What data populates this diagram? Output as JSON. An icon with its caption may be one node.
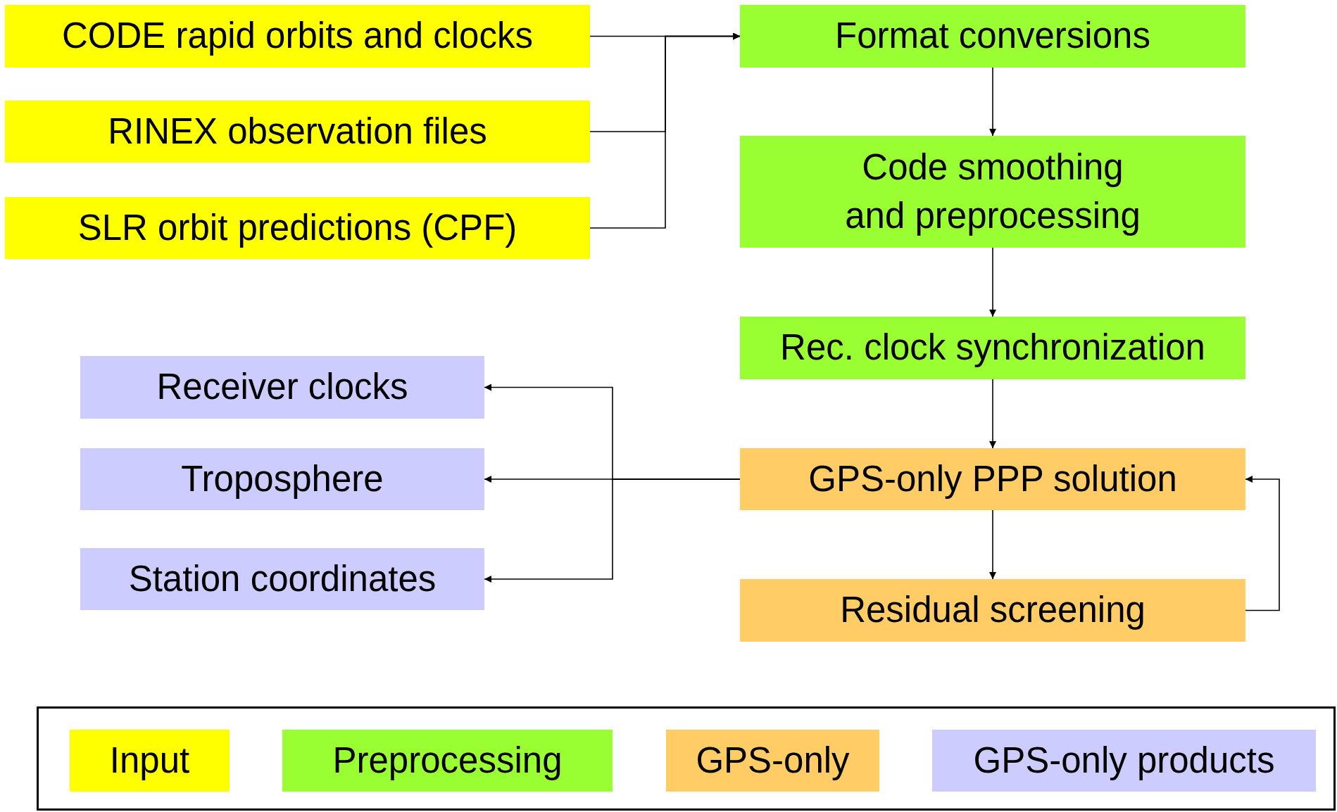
{
  "diagram": {
    "nodes": [
      {
        "text": [
          "CODE rapid orbits and clocks"
        ]
      },
      {
        "text": [
          "RINEX observation files"
        ]
      },
      {
        "text": [
          "SLR orbit predictions (CPF)"
        ]
      },
      {
        "text": [
          "Format conversions"
        ]
      },
      {
        "text": [
          "Code smoothing and preprocessing"
        ]
      },
      {
        "text": [
          "Rec. clock synchronization"
        ]
      },
      {
        "text": [
          "GPS-only PPP solution"
        ]
      },
      {
        "text": [
          "Residual screening"
        ]
      },
      {
        "text": [
          "Receiver clocks"
        ]
      },
      {
        "text": [
          "Troposphere"
        ]
      },
      {
        "text": [
          "Station coordinates"
        ]
      }
    ],
    "edges": [
      {
        "from": 0,
        "to": 3,
        "arrow": "to"
      },
      {
        "from": 1,
        "to": 3,
        "arrow": "to"
      },
      {
        "from": 2,
        "to": 3,
        "arrow": "to"
      },
      {
        "from": 3,
        "to": 4,
        "arrow": "to"
      },
      {
        "from": 4,
        "to": 5,
        "arrow": "to"
      },
      {
        "from": 5,
        "to": 6,
        "arrow": "to"
      },
      {
        "from": 6,
        "to": 7,
        "arrow": "to"
      },
      {
        "from": 7,
        "to": 6,
        "arrow": "to"
      },
      {
        "from": 6,
        "to": 8,
        "arrow": "to"
      },
      {
        "from": 6,
        "to": 9,
        "arrow": "to"
      },
      {
        "from": 6,
        "to": 10,
        "arrow": "to"
      }
    ],
    "legend": [
      {
        "text": "Input",
        "color": "#ffff00"
      },
      {
        "text": "Preprocessing",
        "color": "#99ff33"
      },
      {
        "text": "GPS-only",
        "color": "#ffcc66"
      },
      {
        "text": "GPS-only products",
        "color": "#ccccff"
      }
    ]
  }
}
